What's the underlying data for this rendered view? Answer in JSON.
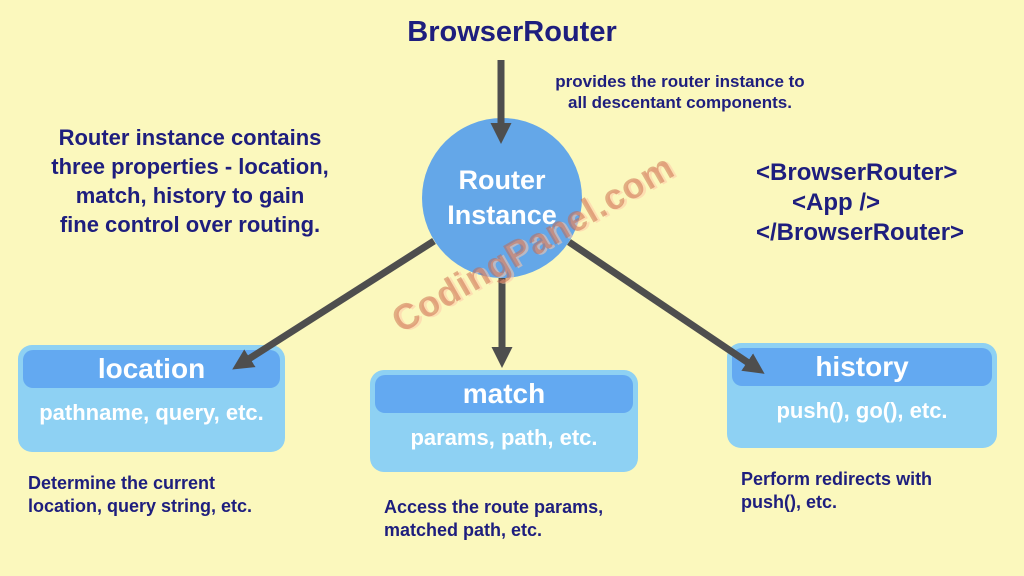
{
  "title": "BrowserRouter",
  "notes": {
    "provides": "provides the router instance to\nall descentant components.",
    "router_properties": "Router instance contains\nthree properties - location,\nmatch, history to gain\nfine control over routing."
  },
  "router_instance": {
    "label": "Router\nInstance"
  },
  "code_snippet": {
    "lines": [
      "<BrowserRouter>",
      "<App />",
      "</BrowserRouter>"
    ]
  },
  "nodes": [
    {
      "id": "location",
      "title": "location",
      "detail": "pathname, query, etc.",
      "caption": "Determine the current\nlocation, query string, etc."
    },
    {
      "id": "match",
      "title": "match",
      "detail": "params, path, etc.",
      "caption": "Access the route params,\nmatched path, etc."
    },
    {
      "id": "history",
      "title": "history",
      "detail": "push(), go(), etc.",
      "caption": "Perform redirects with\npush(), etc."
    }
  ],
  "watermark": "CodingPanel.com",
  "colors": {
    "background": "#FBF8BD",
    "text_navy": "#1E1E7E",
    "circle_blue": "#64A7E8",
    "box_fill": "#8ED1F3",
    "box_header_fill": "#63A9F1",
    "arrow_gray": "#4E4E4E",
    "watermark_salmon": "#C86648"
  }
}
